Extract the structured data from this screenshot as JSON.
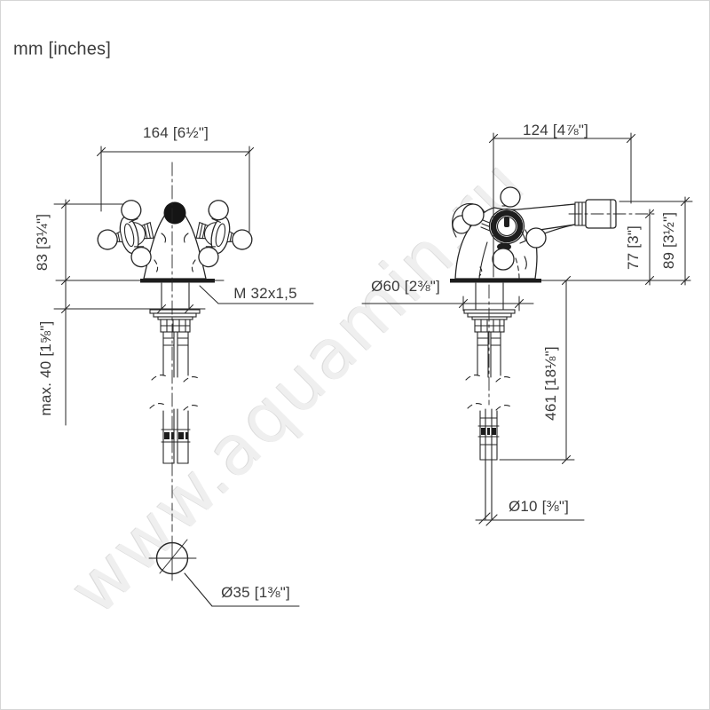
{
  "page": {
    "units_label": "mm [inches]",
    "watermark": "www.aquamin.ru"
  },
  "colors": {
    "line": "#262626",
    "text": "#3a3a3a",
    "watermark": "#efefef",
    "background": "#ffffff"
  },
  "front_view": {
    "name": "bidet mixer front view",
    "width_dim": "164 [6½\"]",
    "height_dim": "83 [3¼\"]",
    "max_deck_dim": "max. 40 [1⅝\"]",
    "thread_label": "M 32x1,5",
    "hole_dia_dim": "Ø35 [1⅜\"]"
  },
  "side_view": {
    "name": "bidet mixer side view",
    "depth_dim": "124 [4⅞\"]",
    "spout_center_height_dim": "77 [3\"]",
    "spout_top_height_dim": "89 [3½\"]",
    "escutcheon_dia_dim": "Ø60 [2⅜\"]",
    "hose_length_dim": "461 [18⅛\"]",
    "hose_dia_dim": "Ø10 [⅜\"]"
  }
}
